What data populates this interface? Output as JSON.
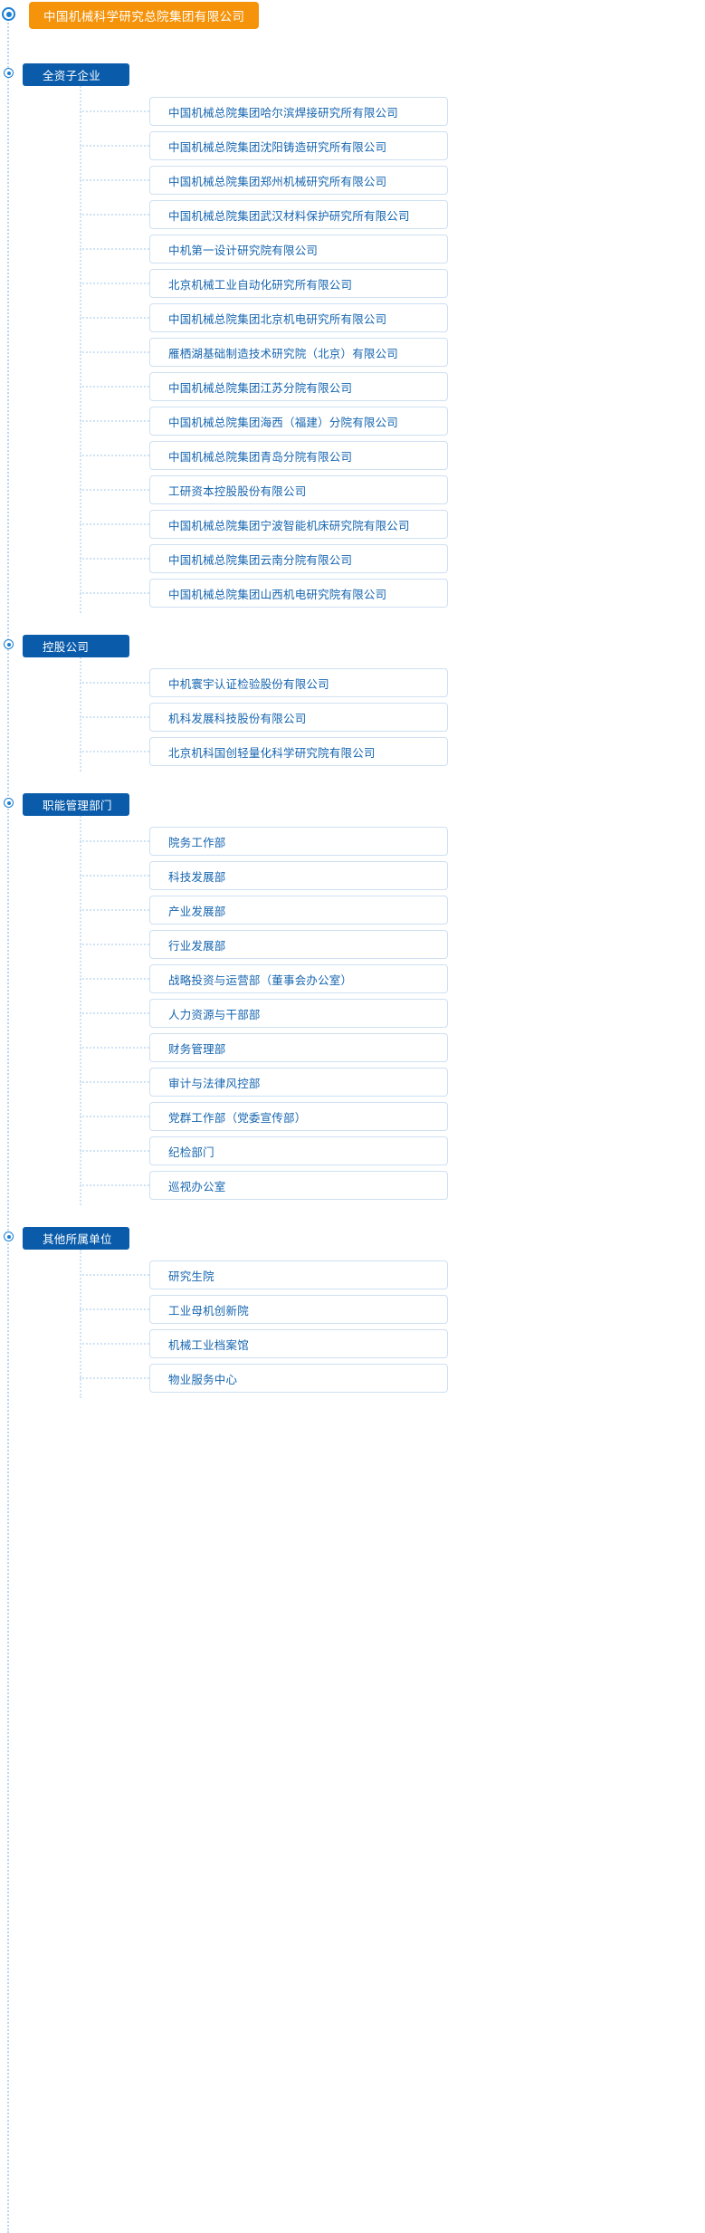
{
  "colors": {
    "root_bg": "#f5930a",
    "section_bg": "#0a5cab",
    "item_border": "#cfe0f1",
    "item_text": "#1565b0",
    "rail": "#cfe3f5",
    "marker": "#1b7fd4"
  },
  "root": {
    "label": "中国机械科学研究总院集团有限公司",
    "marker_icon": "radio-target-icon"
  },
  "sections": [
    {
      "label": "全资子企业",
      "marker_icon": "radio-target-icon",
      "items": [
        "中国机械总院集团哈尔滨焊接研究所有限公司",
        "中国机械总院集团沈阳铸造研究所有限公司",
        "中国机械总院集团郑州机械研究所有限公司",
        "中国机械总院集团武汉材料保护研究所有限公司",
        "中机第一设计研究院有限公司",
        "北京机械工业自动化研究所有限公司",
        "中国机械总院集团北京机电研究所有限公司",
        "雁栖湖基础制造技术研究院（北京）有限公司",
        "中国机械总院集团江苏分院有限公司",
        "中国机械总院集团海西（福建）分院有限公司",
        "中国机械总院集团青岛分院有限公司",
        "工研资本控股股份有限公司",
        "中国机械总院集团宁波智能机床研究院有限公司",
        "中国机械总院集团云南分院有限公司",
        "中国机械总院集团山西机电研究院有限公司"
      ]
    },
    {
      "label": "控股公司",
      "marker_icon": "radio-target-icon",
      "items": [
        "中机寰宇认证检验股份有限公司",
        "机科发展科技股份有限公司",
        "北京机科国创轻量化科学研究院有限公司"
      ]
    },
    {
      "label": "职能管理部门",
      "marker_icon": "radio-target-icon",
      "items": [
        "院务工作部",
        "科技发展部",
        "产业发展部",
        "行业发展部",
        "战略投资与运营部（董事会办公室）",
        "人力资源与干部部",
        "财务管理部",
        "审计与法律风控部",
        "党群工作部（党委宣传部）",
        "纪检部门",
        "巡视办公室"
      ]
    },
    {
      "label": "其他所属单位",
      "marker_icon": "radio-target-icon",
      "items": [
        "研究生院",
        "工业母机创新院",
        "机械工业档案馆",
        "物业服务中心"
      ]
    }
  ]
}
